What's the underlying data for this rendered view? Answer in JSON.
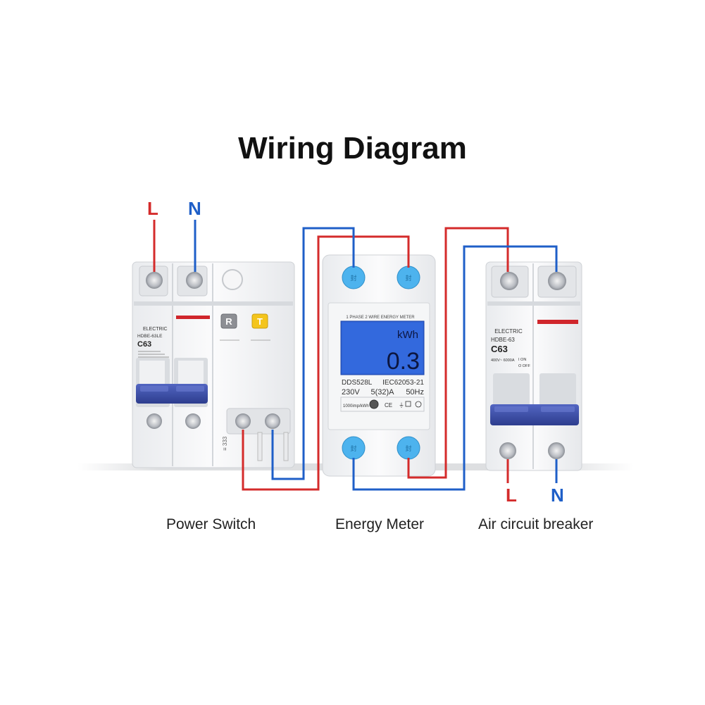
{
  "title": "Wiring Diagram",
  "colors": {
    "live_wire": "#d42b2b",
    "neutral_wire": "#1f5fc8",
    "lcd_screen": "#2f63d6",
    "handle": "#3a4fa8",
    "terminal_blue": "#4db3ee"
  },
  "wire_labels": {
    "input_live": "L",
    "input_neutral": "N",
    "output_live": "L",
    "output_neutral": "N"
  },
  "power_switch": {
    "caption": "Power Switch",
    "brand": "ELECTRIC",
    "model": "HDBE-63LE",
    "rating": "C63",
    "test_button_r": "R",
    "test_button_t": "T"
  },
  "energy_meter": {
    "caption": "Energy Meter",
    "header": "1 PHASE 2 WIRE ENERGY METER",
    "unit": "kWh",
    "reading": "0.3",
    "model": "DDS528L",
    "standard": "IEC62053-21",
    "voltage": "230V",
    "current": "5(32)A",
    "frequency": "50Hz",
    "constant": "1000imp/kWh",
    "ce_mark": "CE"
  },
  "air_breaker": {
    "caption": "Air circuit breaker",
    "brand": "ELECTRIC",
    "model": "HDBE-63",
    "rating": "C63",
    "specs": "400V~ 6000A",
    "on_label": "I ON",
    "off_label": "O OFF"
  }
}
